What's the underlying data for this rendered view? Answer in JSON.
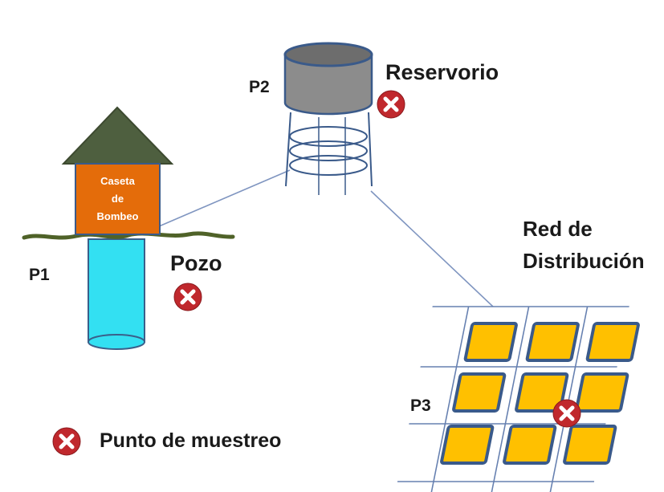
{
  "labels": {
    "p1": "P1",
    "p2": "P2",
    "p3": "P3",
    "reservorio": "Reservorio",
    "pozo": "Pozo",
    "red_line1": "Red de",
    "red_line2": "Distribución",
    "caseta_line1": "Caseta",
    "caseta_line2": "de",
    "caseta_line3": "Bombeo"
  },
  "legend": {
    "text": "Punto de muestreo",
    "icon": "sampling-point-x-icon"
  },
  "colors": {
    "roof": "#4e5f3f",
    "caseta": "#e46c0a",
    "well": "#33e0f2",
    "well_border": "#3a5f8a",
    "ground": "#4f6228",
    "tank": "#8c8c8c",
    "tank_border": "#3a5a8a",
    "grid_line": "#6680b0",
    "block_fill": "#ffc000",
    "block_border": "#3a5a8a",
    "marker": "#c0282d"
  }
}
